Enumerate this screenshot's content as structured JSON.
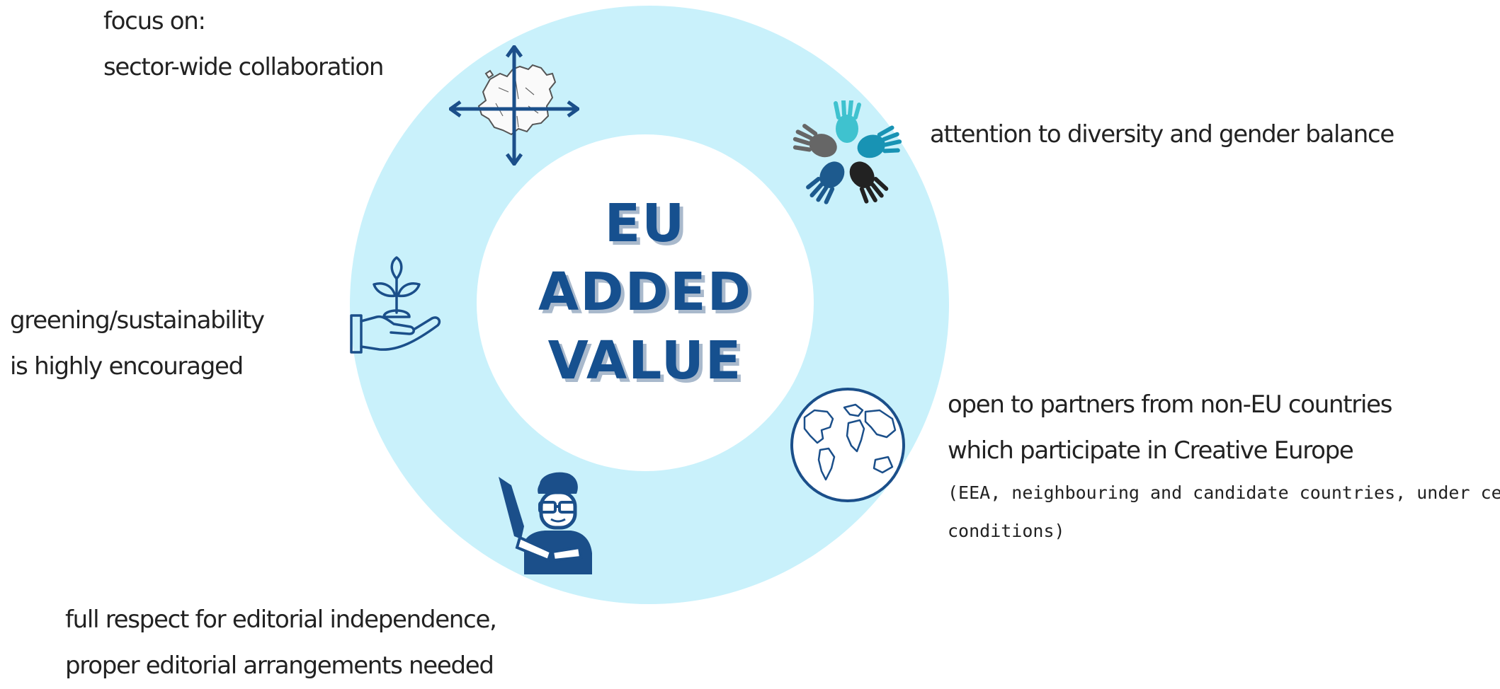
{
  "center": {
    "lines": [
      "EU",
      "ADDED",
      "VALUE"
    ]
  },
  "labels": {
    "collaboration": [
      "focus on:",
      "sector-wide collaboration"
    ],
    "diversity": [
      "attention to diversity and gender balance"
    ],
    "greening": [
      "greening/sustainability",
      "is highly encouraged"
    ],
    "partners": [
      "open to partners from non-EU countries",
      "which participate in Creative Europe"
    ],
    "partners_note": [
      "(EEA, neighbouring and candidate countries, under certain",
      "conditions)"
    ],
    "editorial": [
      "full respect for editorial independence,",
      "proper editorial arrangements needed"
    ]
  },
  "icons": {
    "collaboration": "europe-map-icon",
    "diversity": "hands-circle-icon",
    "greening": "plant-in-hand-icon",
    "partners": "globe-icon",
    "editorial": "writer-pen-icon"
  },
  "colors": {
    "ring": "#c9f1fb",
    "title": "#16508f",
    "title_shadow": "#a9b9cc",
    "icon_blue": "#1b4f8a"
  }
}
